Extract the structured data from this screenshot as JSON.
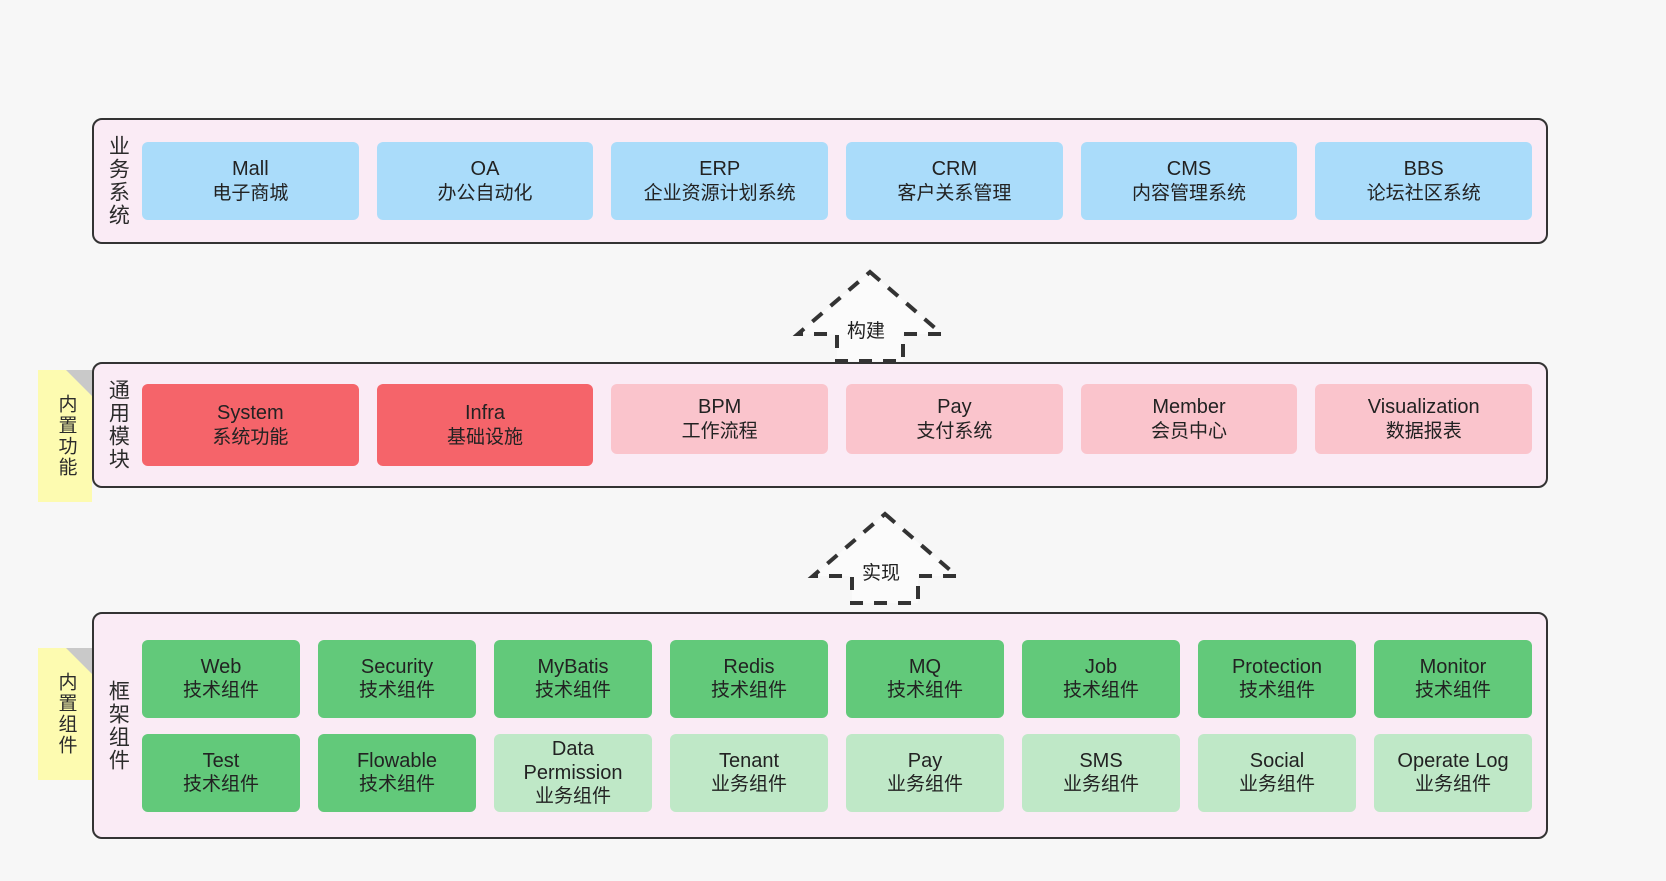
{
  "diagram": {
    "title": "ruoyi-vue-pro architecture layers",
    "colors": {
      "canvas_bg": "#f7f7f7",
      "layer_bg": "#faebf5",
      "layer_border": "#333333",
      "note_bg": "#fdfbb0",
      "note_fold": "#c9c9c9",
      "business_cell": "#aadcfa",
      "module_primary": "#f5646a",
      "module_secondary": "#fac4cc",
      "framework_tech": "#62c97a",
      "framework_biz": "#bfe8c7",
      "arrow_stroke": "#333333"
    }
  },
  "layers": [
    {
      "id": "business",
      "title": "业务系统",
      "rows": [
        {
          "style": "business",
          "cells": [
            {
              "name": "Mall",
              "sub": "电子商城"
            },
            {
              "name": "OA",
              "sub": "办公自动化"
            },
            {
              "name": "ERP",
              "sub": "企业资源计划系统"
            },
            {
              "name": "CRM",
              "sub": "客户关系管理"
            },
            {
              "name": "CMS",
              "sub": "内容管理系统"
            },
            {
              "name": "BBS",
              "sub": "论坛社区系统"
            }
          ]
        }
      ]
    },
    {
      "id": "modules",
      "title": "通用模块",
      "note": "内置功能",
      "rows": [
        {
          "style": "module",
          "cells": [
            {
              "name": "System",
              "sub": "系统功能",
              "variant": "primary"
            },
            {
              "name": "Infra",
              "sub": "基础设施",
              "variant": "primary"
            },
            {
              "name": "BPM",
              "sub": "工作流程",
              "variant": "secondary"
            },
            {
              "name": "Pay",
              "sub": "支付系统",
              "variant": "secondary"
            },
            {
              "name": "Member",
              "sub": "会员中心",
              "variant": "secondary"
            },
            {
              "name": "Visualization",
              "sub": "数据报表",
              "variant": "secondary"
            }
          ]
        }
      ]
    },
    {
      "id": "framework",
      "title": "框架组件",
      "note": "内置组件",
      "rows": [
        {
          "style": "framework",
          "cells": [
            {
              "name": "Web",
              "sub": "技术组件",
              "variant": "tech"
            },
            {
              "name": "Security",
              "sub": "技术组件",
              "variant": "tech"
            },
            {
              "name": "MyBatis",
              "sub": "技术组件",
              "variant": "tech"
            },
            {
              "name": "Redis",
              "sub": "技术组件",
              "variant": "tech"
            },
            {
              "name": "MQ",
              "sub": "技术组件",
              "variant": "tech"
            },
            {
              "name": "Job",
              "sub": "技术组件",
              "variant": "tech"
            },
            {
              "name": "Protection",
              "sub": "技术组件",
              "variant": "tech"
            },
            {
              "name": "Monitor",
              "sub": "技术组件",
              "variant": "tech"
            }
          ]
        },
        {
          "style": "framework",
          "cells": [
            {
              "name": "Test",
              "sub": "技术组件",
              "variant": "tech"
            },
            {
              "name": "Flowable",
              "sub": "技术组件",
              "variant": "tech"
            },
            {
              "name": "Data Permission",
              "sub": "业务组件",
              "variant": "biz"
            },
            {
              "name": "Tenant",
              "sub": "业务组件",
              "variant": "biz"
            },
            {
              "name": "Pay",
              "sub": "业务组件",
              "variant": "biz"
            },
            {
              "name": "SMS",
              "sub": "业务组件",
              "variant": "biz"
            },
            {
              "name": "Social",
              "sub": "业务组件",
              "variant": "biz"
            },
            {
              "name": "Operate Log",
              "sub": "业务组件",
              "variant": "biz"
            }
          ]
        }
      ]
    }
  ],
  "arrows": [
    {
      "id": "build",
      "label": "构建"
    },
    {
      "id": "implement",
      "label": "实现"
    }
  ]
}
